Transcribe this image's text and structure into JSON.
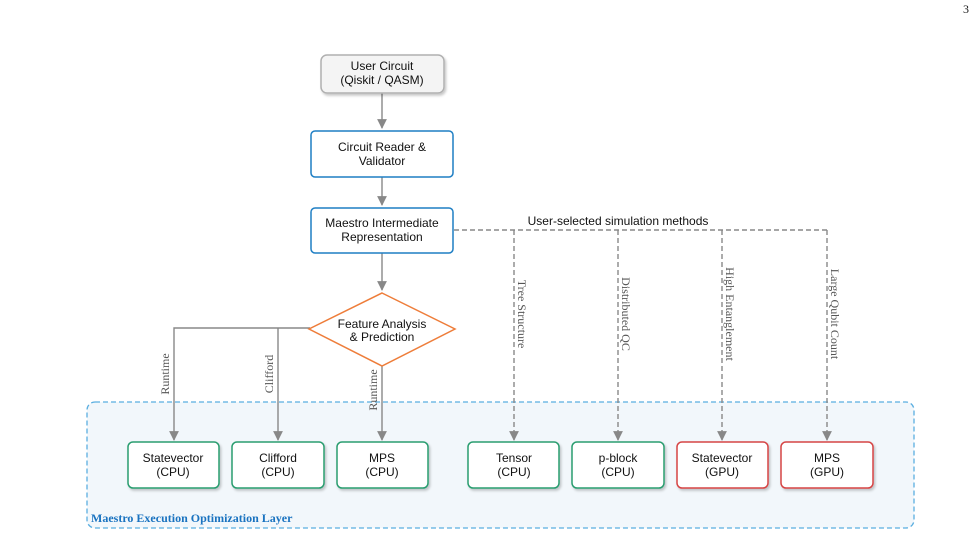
{
  "page_number": "3",
  "nodes": {
    "user_circuit": [
      "User Circuit",
      "(Qiskit / QASM)"
    ],
    "reader": [
      "Circuit Reader &",
      "Validator"
    ],
    "ir": [
      "Maestro Intermediate",
      "Representation"
    ],
    "feature": [
      "Feature Analysis",
      "& Prediction"
    ]
  },
  "backends": [
    {
      "line1": "Statevector",
      "line2": "(CPU)",
      "kind": "cpu"
    },
    {
      "line1": "Clifford",
      "line2": "(CPU)",
      "kind": "cpu"
    },
    {
      "line1": "MPS",
      "line2": "(CPU)",
      "kind": "cpu"
    },
    {
      "line1": "Tensor",
      "line2": "(CPU)",
      "kind": "cpu"
    },
    {
      "line1": "p-block",
      "line2": "(CPU)",
      "kind": "cpu"
    },
    {
      "line1": "Statevector",
      "line2": "(GPU)",
      "kind": "gpu"
    },
    {
      "line1": "MPS",
      "line2": "(GPU)",
      "kind": "gpu"
    }
  ],
  "predicted_labels": [
    "Runtime",
    "Clifford",
    "Runtime"
  ],
  "user_selected_label": "User-selected simulation methods",
  "user_selected_labels": [
    "Tree Structure",
    "Distributed QC",
    "High Entanglement",
    "Large Qubit Count"
  ],
  "layer_label": "Maestro Execution Optimization Layer",
  "colors": {
    "cpu_border": "#2a9d6f",
    "gpu_border": "#d64545",
    "main_border": "#1f7fc4",
    "input_border": "#b0b0b0",
    "decision_border": "#ee7d3a",
    "layer_border": "#5aaee0",
    "layer_fill": "#f2f7fb",
    "edge": "#888888"
  }
}
